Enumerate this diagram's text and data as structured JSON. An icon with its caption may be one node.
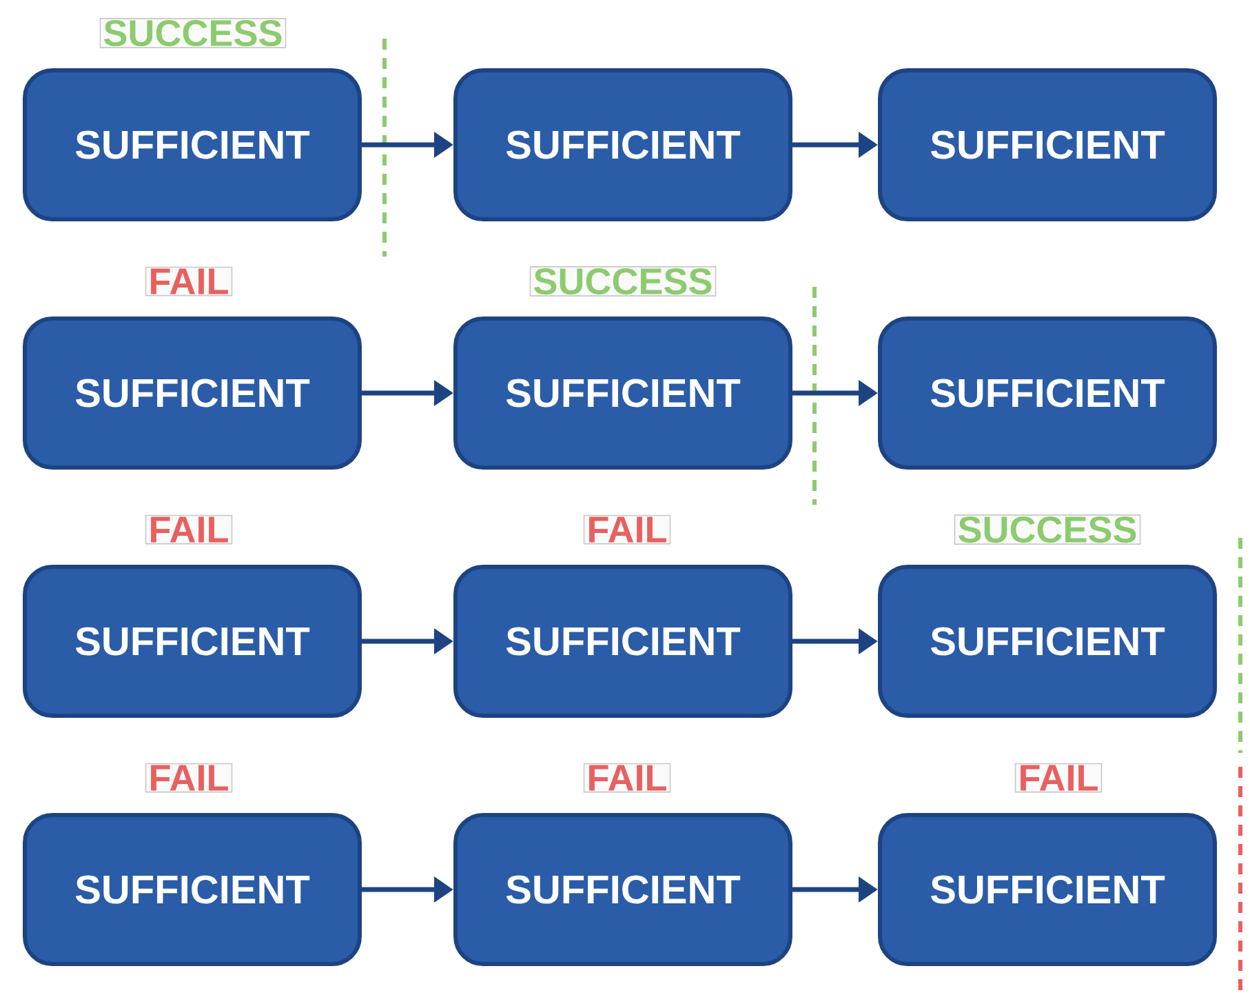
{
  "diagram": {
    "nodes": [
      {
        "text": [
          "SUFFICIENT"
        ],
        "beside": [
          "SUCCESS"
        ]
      },
      {
        "text": [
          "SUFFICIENT"
        ]
      },
      {
        "text": [
          "SUFFICIENT"
        ]
      },
      {
        "text": [
          "SUFFICIENT"
        ],
        "beside": [
          "FAIL"
        ]
      },
      {
        "text": [
          "SUFFICIENT"
        ],
        "beside": [
          "SUCCESS"
        ]
      },
      {
        "text": [
          "SUFFICIENT"
        ]
      },
      {
        "text": [
          "SUFFICIENT"
        ],
        "beside": [
          "FAIL"
        ]
      },
      {
        "text": [
          "SUFFICIENT"
        ],
        "beside": [
          "FAIL"
        ]
      },
      {
        "text": [
          "SUFFICIENT"
        ],
        "beside": [
          "SUCCESS"
        ]
      },
      {
        "text": [
          "SUFFICIENT"
        ],
        "beside": [
          "FAIL"
        ]
      },
      {
        "text": [
          "SUFFICIENT"
        ],
        "beside": [
          "FAIL"
        ]
      },
      {
        "text": [
          "SUFFICIENT"
        ],
        "beside": [
          "FAIL"
        ]
      }
    ],
    "edges": [
      {
        "from": 0,
        "to": 1,
        "arrow": "to"
      },
      {
        "from": 1,
        "to": 2,
        "arrow": "to"
      },
      {
        "from": 3,
        "to": 4,
        "arrow": "to"
      },
      {
        "from": 4,
        "to": 5,
        "arrow": "to"
      },
      {
        "from": 6,
        "to": 7,
        "arrow": "to"
      },
      {
        "from": 7,
        "to": 8,
        "arrow": "to"
      },
      {
        "from": 9,
        "to": 10,
        "arrow": "to"
      },
      {
        "from": 10,
        "to": 11,
        "arrow": "to"
      }
    ]
  }
}
